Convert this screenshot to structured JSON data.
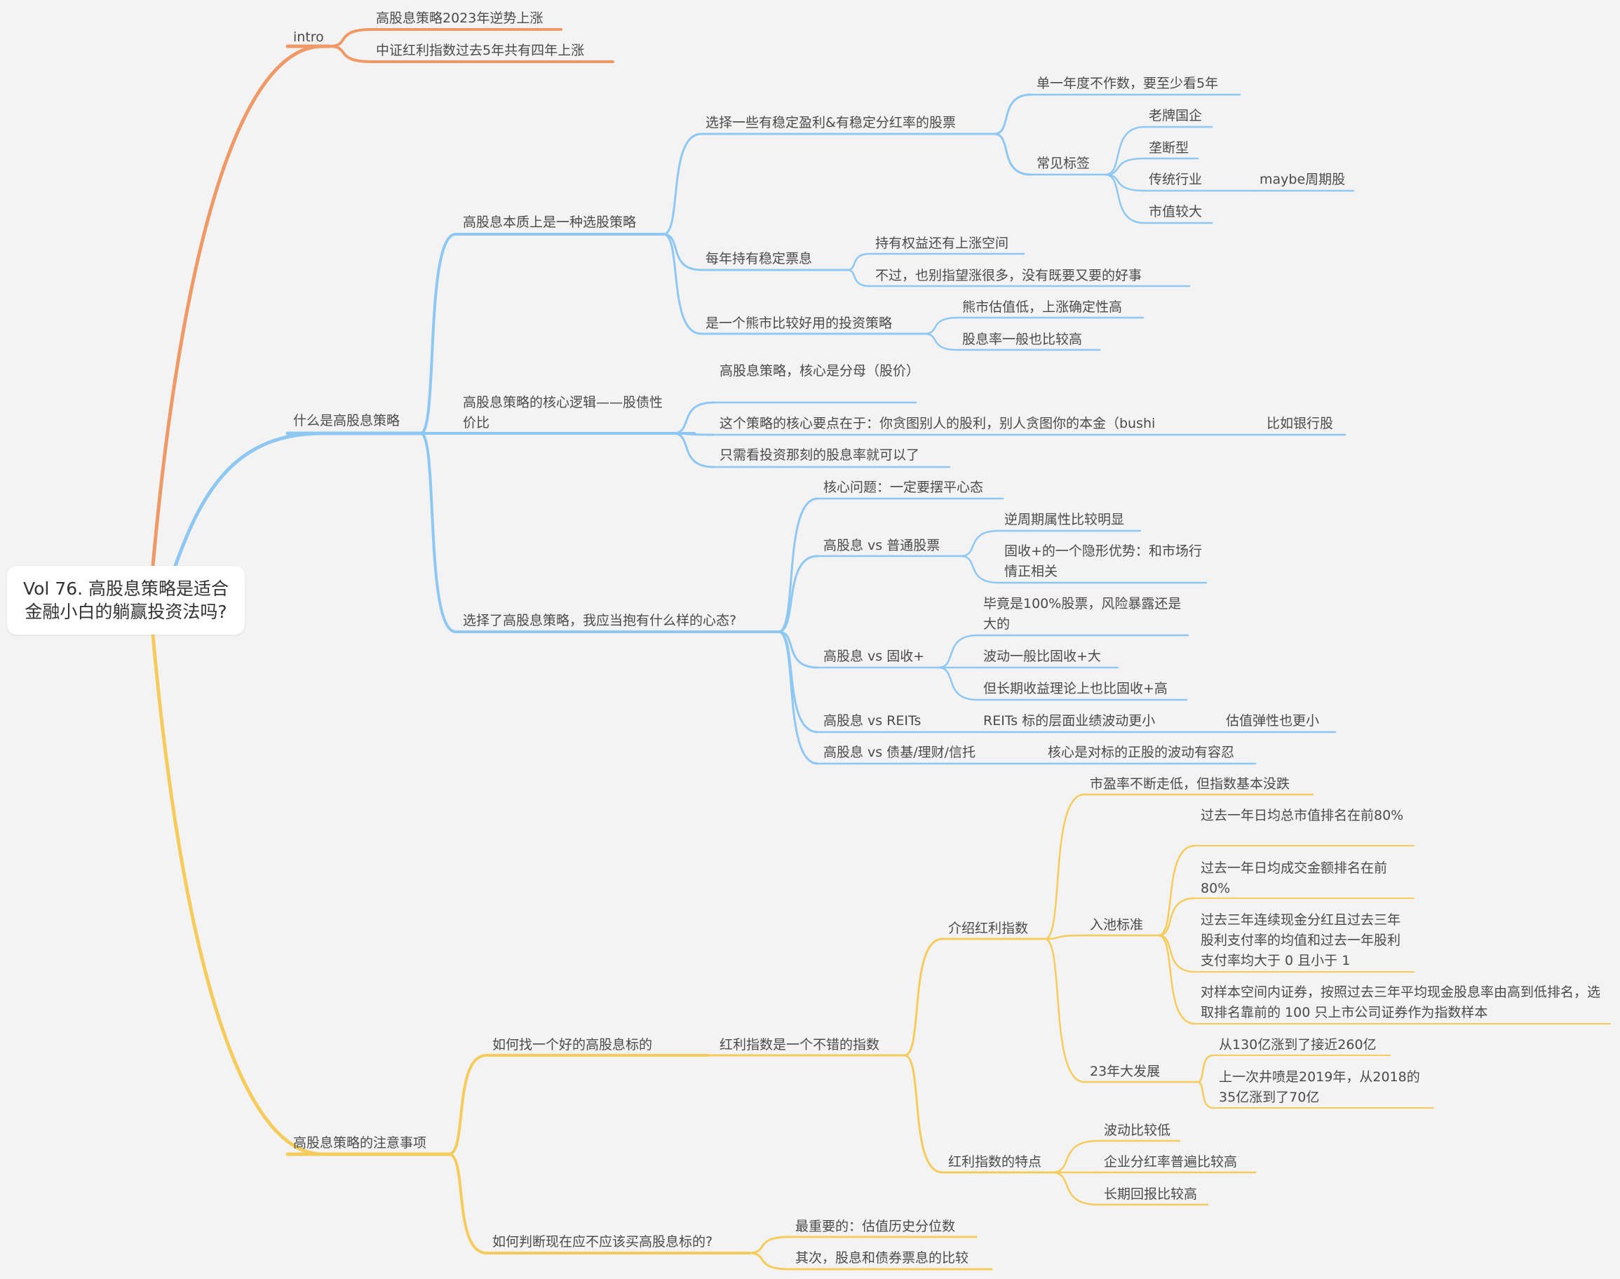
{
  "colors": {
    "orange": "#EF9A66",
    "blue": "#8EC8F2",
    "yellow": "#F5CC5C",
    "text": "#4a4a4a",
    "background": "#f3f3f3"
  },
  "root": {
    "title": "Vol 76. 高股息策略是适合金融小白的躺赢投资法吗?"
  },
  "intro": {
    "label": "intro",
    "items": [
      "高股息策略2023年逆势上涨",
      "中证红利指数过去5年共有四年上涨"
    ]
  },
  "what": {
    "label": "什么是高股息策略",
    "essence": {
      "label": "高股息本质上是一种选股策略",
      "select": {
        "label": "选择一些有稳定盈利&有稳定分红率的股票",
        "note": "单一年度不作数，要至少看5年",
        "tags_label": "常见标签",
        "tags": [
          "老牌国企",
          "垄断型",
          "传统行业",
          "市值较大"
        ],
        "tag_note": "maybe周期股"
      },
      "yearly": {
        "label": "每年持有稳定票息",
        "items": [
          "持有权益还有上涨空间",
          "不过，也别指望涨很多，没有既要又要的好事"
        ]
      },
      "bear": {
        "label": "是一个熊市比较好用的投资策略",
        "items": [
          "熊市估值低，上涨确定性高",
          "股息率一般也比较高"
        ]
      }
    },
    "logic": {
      "label": "高股息策略的核心逻辑——股债性价比",
      "items": [
        "高股息策略，核心是分母（股价）",
        "这个策略的核心要点在于：你贪图别人的股利，别人贪图你的本金（bushi",
        "只需看投资那刻的股息率就可以了"
      ],
      "bank_note": "比如银行股"
    },
    "mindset": {
      "label": "选择了高股息策略，我应当抱有什么样的心态?",
      "core": "核心问题：一定要摆平心态",
      "vs_stock": {
        "label": "高股息 vs 普通股票",
        "items": [
          "逆周期属性比较明显",
          "固收+的一个隐形优势：和市场行情正相关"
        ]
      },
      "vs_fixed": {
        "label": "高股息 vs 固收+",
        "items": [
          "毕竟是100%股票，风险暴露还是大的",
          "波动一般比固收+大",
          "但长期收益理论上也比固收+高"
        ]
      },
      "vs_reits": {
        "label": "高股息 vs REITs",
        "item": "REITs 标的层面业绩波动更小",
        "sub": "估值弹性也更小"
      },
      "vs_bond": {
        "label": "高股息 vs 债基/理财/信托",
        "item": "核心是对标的正股的波动有容忍"
      }
    }
  },
  "notes": {
    "label": "高股息策略的注意事项",
    "find": {
      "label": "如何找一个好的高股息标的",
      "index": {
        "label": "红利指数是一个不错的指数",
        "intro": {
          "label": "介绍红利指数",
          "pe": "市盈率不断走低，但指数基本没跌",
          "pool": {
            "label": "入池标准",
            "items": [
              "过去一年日均总市值排名在前80%",
              "过去一年日均成交金额排名在前80%",
              "过去三年连续现金分红且过去三年股利支付率的均值和过去一年股利支付率均大于 0 且小于 1",
              "对样本空间内证券，按照过去三年平均现金股息率由高到低排名，选取排名靠前的 100 只上市公司证券作为指数样本"
            ]
          },
          "growth": {
            "label": "23年大发展",
            "items": [
              "从130亿涨到了接近260亿",
              "上一次井喷是2019年，从2018的35亿涨到了70亿"
            ]
          }
        },
        "traits": {
          "label": "红利指数的特点",
          "items": [
            "波动比较低",
            "企业分红率普遍比较高",
            "长期回报比较高"
          ]
        }
      }
    },
    "judge": {
      "label": "如何判断现在应不应该买高股息标的?",
      "items": [
        "最重要的：估值历史分位数",
        "其次，股息和债券票息的比较"
      ]
    }
  }
}
